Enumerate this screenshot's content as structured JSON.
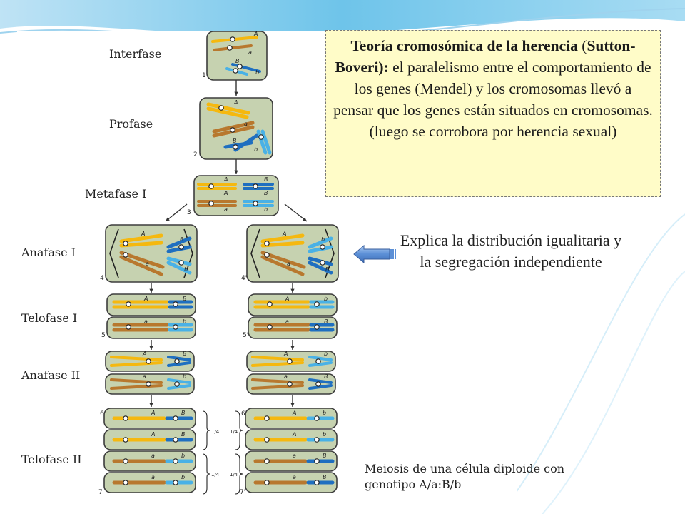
{
  "stages": {
    "interfase": "Interfase",
    "profase": "Profase",
    "metafase1": "Metafase  I",
    "anafase1": "Anafase  I",
    "telofase1": "Telofase  I",
    "anafase2": "Anafase   II",
    "telofase2": "Telofase  II"
  },
  "theory": {
    "title": "Teoría cromosómica de la herencia",
    "open_paren": "(",
    "authors": "Sutton-Boveri):",
    "body": " el paralelismo entre el comportamiento de los genes (Mendel) y los cromosomas llevó a pensar que los genes están situados en cromosomas.  (luego se corrobora por herencia sexual)"
  },
  "explanation": "Explica la distribución igualitaria y la segregación independiente",
  "caption": "Meiosis de una célula diploide con genotipo A/a:B/b",
  "figure_numbers": [
    "1",
    "2",
    "3",
    "4",
    "4'",
    "5",
    "5'",
    "6",
    "6'",
    "7",
    "7'"
  ],
  "fractions": [
    "1/4",
    "1/4",
    "1/4",
    "1/4"
  ],
  "alleles": [
    "A",
    "a",
    "B",
    "b"
  ],
  "colors": {
    "yellow_chromosome": "#f5b80f",
    "brown_chromosome": "#b8782e",
    "dark_blue_chromosome": "#1f6fc0",
    "light_blue_chromosome": "#49b1e6",
    "cell_fill": "#c6d2b0",
    "theory_box_bg": "#fffcc8",
    "arrow_blue": "#5b8fd6"
  }
}
